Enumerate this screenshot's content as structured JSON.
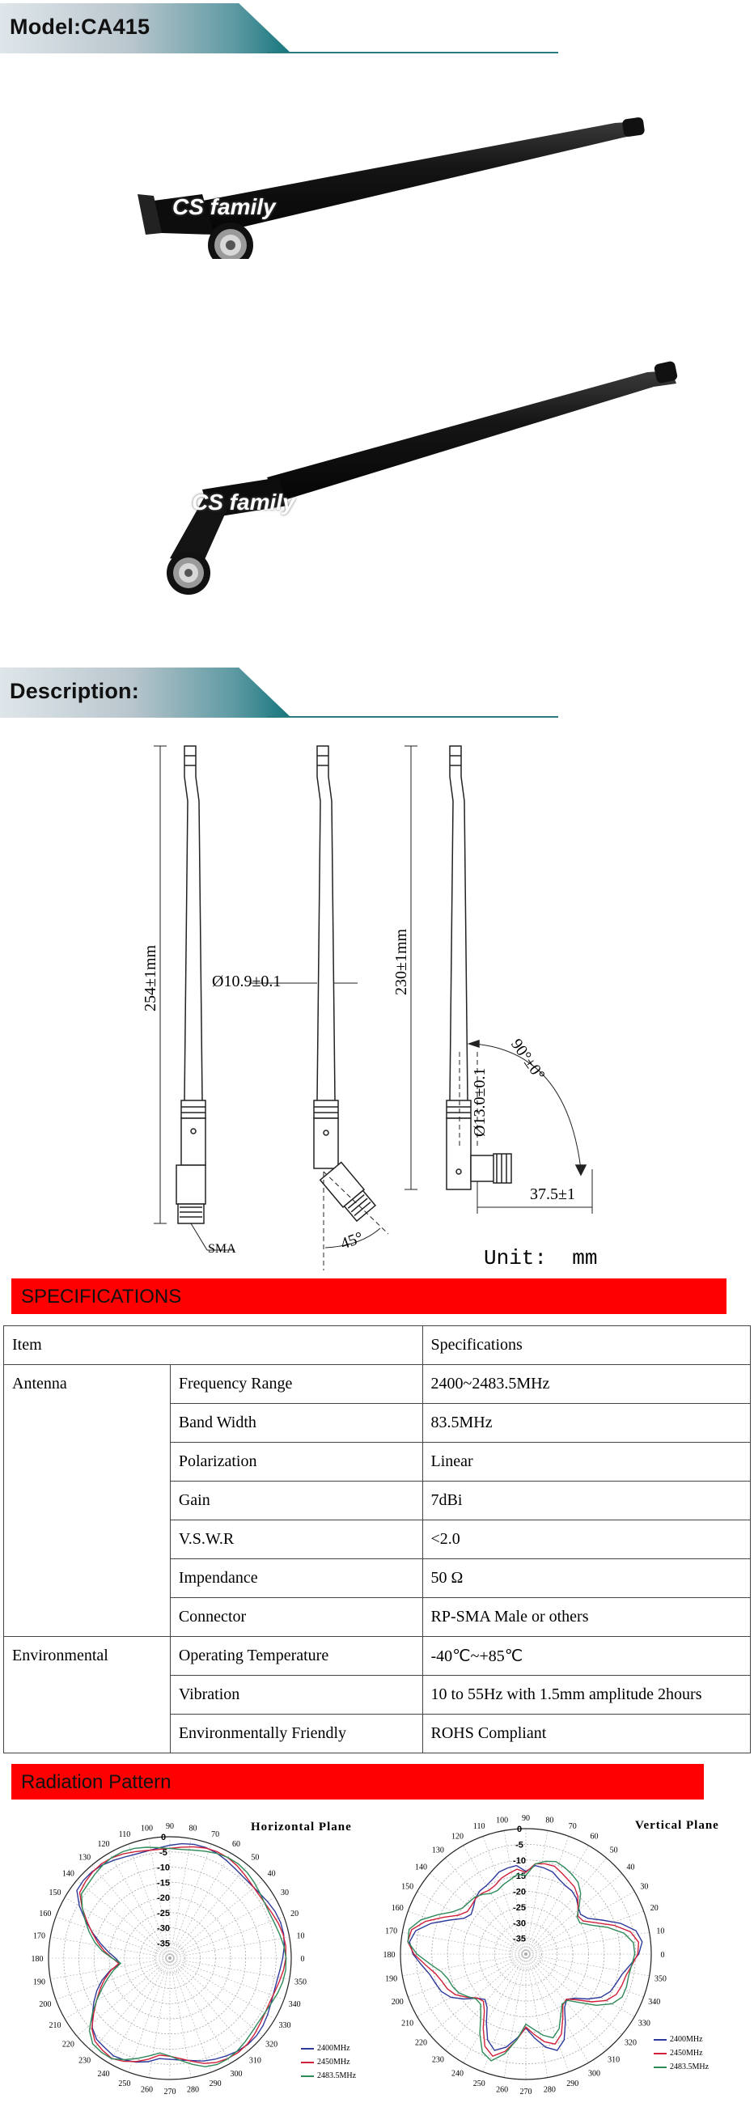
{
  "header": {
    "model": "Model:CA415"
  },
  "photos": {
    "brand": "CS family"
  },
  "description": {
    "title": "Description:",
    "dims": {
      "length": "254±1mm",
      "diameter": "Ø10.9±0.1",
      "height2": "230±1mm",
      "diameter2": "Ø13.0±0.1",
      "angle90": "90°±0°",
      "angle45": "45°",
      "offset": "37.5±1",
      "connector": "SMA",
      "unit": "Unit:  mm"
    }
  },
  "specifications": {
    "title": "SPECIFICATIONS",
    "head": {
      "item": "Item",
      "spec": "Specifications"
    },
    "groups": [
      {
        "name": "Antenna",
        "rows": [
          {
            "label": "Frequency Range",
            "value": "2400~2483.5MHz"
          },
          {
            "label": "Band Width",
            "value": "83.5MHz"
          },
          {
            "label": "Polarization",
            "value": "Linear"
          },
          {
            "label": "Gain",
            "value": "7dBi"
          },
          {
            "label": "V.S.W.R",
            "value": "<2.0"
          },
          {
            "label": "Impendance",
            "value": "50 Ω"
          },
          {
            "label": "Connector",
            "value": "RP-SMA Male or others"
          }
        ]
      },
      {
        "name": "Environmental",
        "rows": [
          {
            "label": "Operating Temperature",
            "value": "-40℃~+85℃"
          },
          {
            "label": "Vibration",
            "value": "10 to 55Hz with 1.5mm amplitude 2hours"
          },
          {
            "label": "Environmentally Friendly",
            "value": "ROHS Compliant"
          }
        ]
      }
    ]
  },
  "radiation": {
    "title": "Radiation Pattern",
    "plots": [
      {
        "title": "Horizontal Plane",
        "legend": [
          "2400MHz",
          "2450MHz",
          "2483.5MHz"
        ]
      },
      {
        "title": "Vertical Plane",
        "legend": [
          "2400MHz",
          "2450MHz",
          "2483.5MHz"
        ]
      }
    ],
    "rings": [
      "0",
      "-5",
      "-10",
      "-15",
      "-20",
      "-25",
      "-30",
      "-35"
    ],
    "angles": [
      "90",
      "80",
      "70",
      "60",
      "50",
      "40",
      "30",
      "20",
      "10",
      "0",
      "350",
      "340",
      "330",
      "320",
      "310",
      "300",
      "290",
      "280",
      "270",
      "260",
      "250",
      "240",
      "230",
      "220",
      "210",
      "200",
      "190",
      "180",
      "170",
      "160",
      "150",
      "140",
      "130",
      "120",
      "110",
      "100"
    ],
    "colors": {
      "s2400": "#2e3a9a",
      "s2450": "#d0203a",
      "s2483": "#2f8a5a"
    }
  }
}
